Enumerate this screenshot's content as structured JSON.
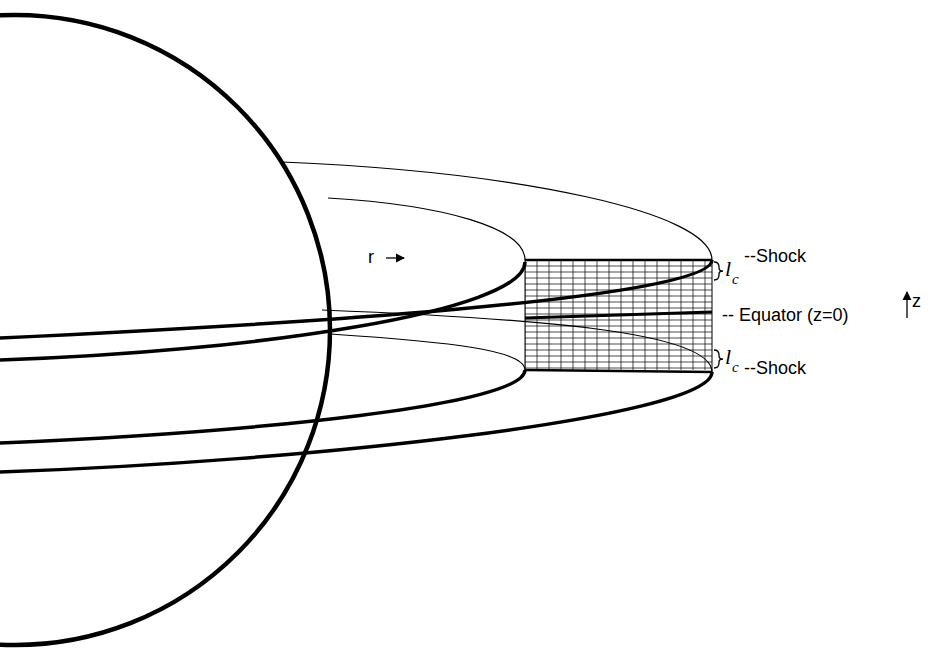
{
  "diagram": {
    "labels": [
      "r",
      "--Shock",
      "l",
      "c",
      "-- Equator (z=0)",
      "z",
      "l",
      "c",
      "--Shock"
    ]
  }
}
